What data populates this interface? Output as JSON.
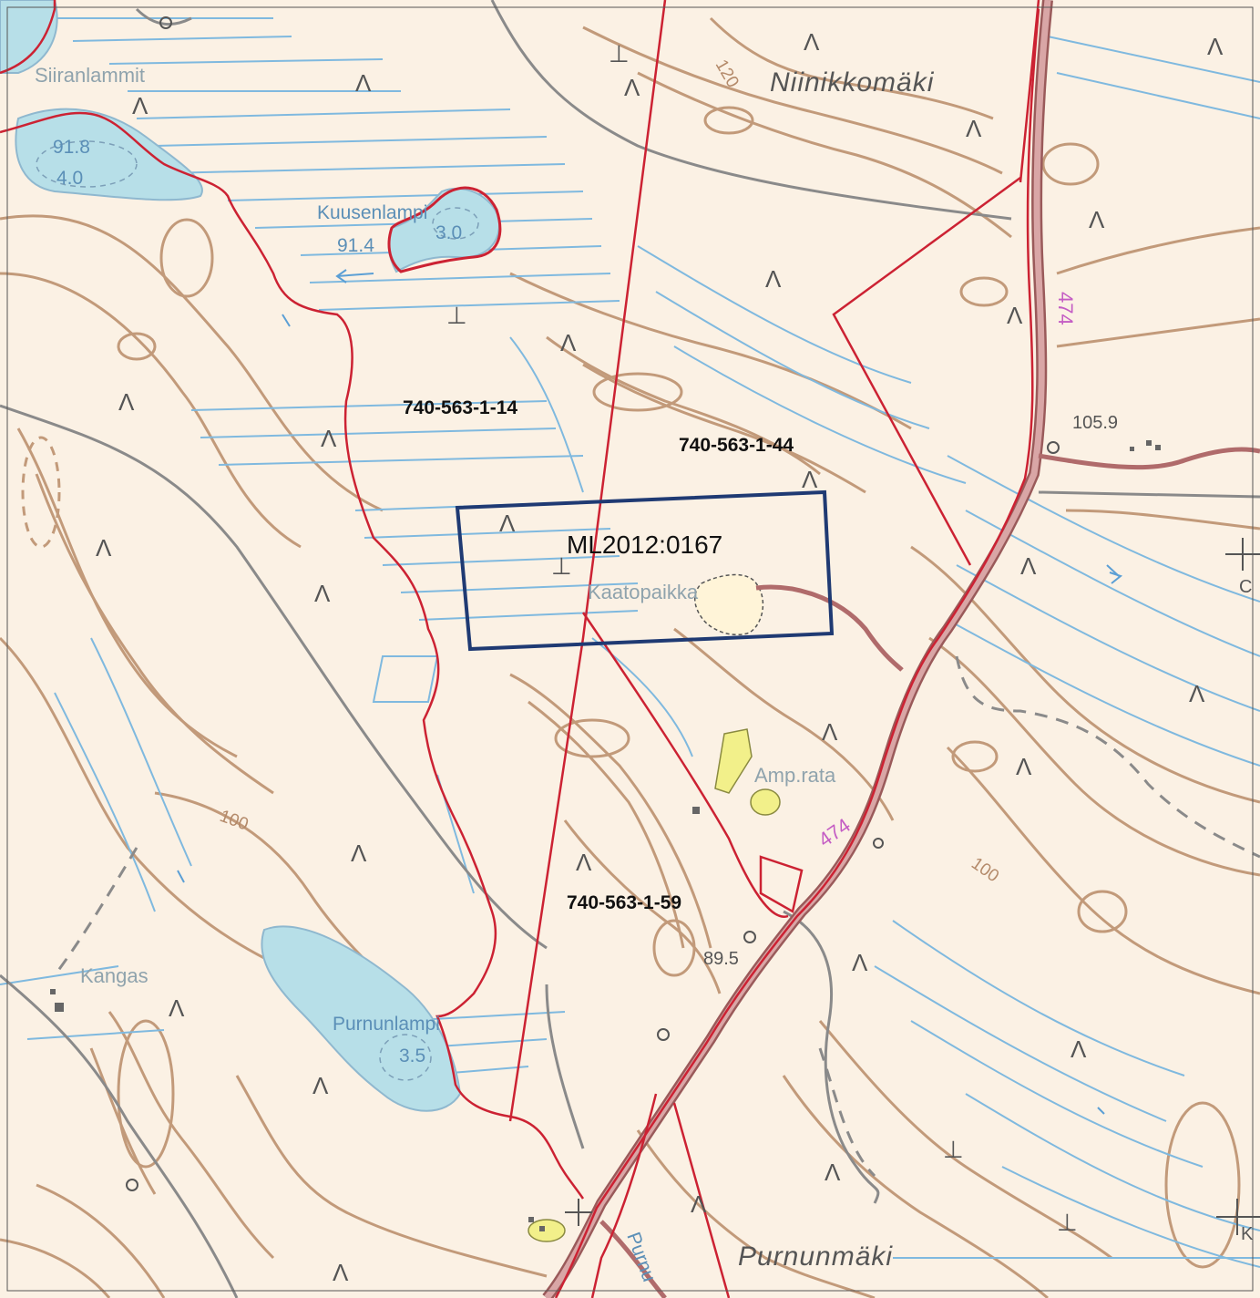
{
  "map": {
    "colors": {
      "background": "#fbf1e4",
      "contour": "#c29a7a",
      "water": "#b7dfe8",
      "stream": "#7fb9df",
      "property_boundary": "#cc2233",
      "road": "#c98a8a",
      "claim_outline": "#1f3a73",
      "track": "#8a8a8a"
    },
    "claim_area": {
      "id": "ML2012:0167"
    },
    "property_ids": [
      "740-563-1-14",
      "740-563-1-44",
      "740-563-1-59"
    ],
    "place_names": {
      "siiranlammit": "Siiranlammit",
      "kuusenlampi": "Kuusenlampi",
      "niinikkomaki": "Niinikkomäki",
      "kaatopaikka": "Kaatopaikka",
      "amp_rata": "Amp.rata",
      "kangas": "Kangas",
      "purnunlampi": "Purnunlampi",
      "purnunmaki": "Purnunmäki",
      "purnu_stream": "Purnu"
    },
    "elevations": {
      "siiran_surface": "91.8",
      "siiran_depth": "4.0",
      "kuusen_surface": "91.4",
      "kuusen_depth": "3.0",
      "point_east": "105.9",
      "point_south": "89.5",
      "purnun_depth": "3.5"
    },
    "contour_labels": {
      "north": "120",
      "west": "100",
      "east": "100"
    },
    "road_numbers": {
      "north": "474",
      "south": "474"
    },
    "edge_letters": {
      "right_mid": "C",
      "right_bottom": "K"
    },
    "symbols": {
      "forest": "Λ",
      "point": "⊥"
    }
  }
}
